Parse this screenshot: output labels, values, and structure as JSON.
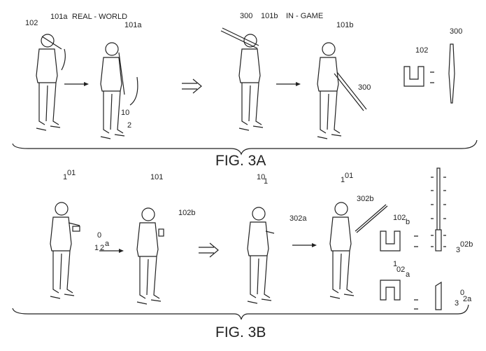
{
  "fig3a": {
    "caption": "FIG. 3A",
    "real_world_label": "REAL - WORLD",
    "in_game_label": "IN - GAME",
    "refs": {
      "controller_1": "102",
      "user_1": "101a",
      "user_2": "101a",
      "controller_2_a": "10",
      "controller_2_b": "2",
      "bat_1": "300",
      "avatar_1": "101b",
      "avatar_2": "101b",
      "bat_2": "300",
      "legend_controller": "102",
      "legend_bat": "300"
    }
  },
  "fig3b": {
    "caption": "FIG. 3B",
    "refs": {
      "user_1_a": "1",
      "user_1_b": "01",
      "ctrl_a_top": "0",
      "ctrl_a_bottom_1": "1",
      "ctrl_a_bottom_2": "2",
      "ctrl_a_bottom_sup": "a",
      "user_2": "101",
      "ctrl_b": "102b",
      "user_3_a": "10",
      "user_3_b": "1",
      "sword_a": "302a",
      "user_4_a": "1",
      "user_4_b": "01",
      "sword_b": "302b",
      "legend_ctrl_b_main": "102",
      "legend_ctrl_b_sub": "b",
      "legend_sword_b_a": "3",
      "legend_sword_b_b": "02b",
      "legend_ctrl_a_a": "1",
      "legend_ctrl_a_b": "02",
      "legend_ctrl_a_c": "a",
      "legend_sword_a_a": "3",
      "legend_sword_a_b": "0",
      "legend_sword_a_c": "2a"
    }
  }
}
